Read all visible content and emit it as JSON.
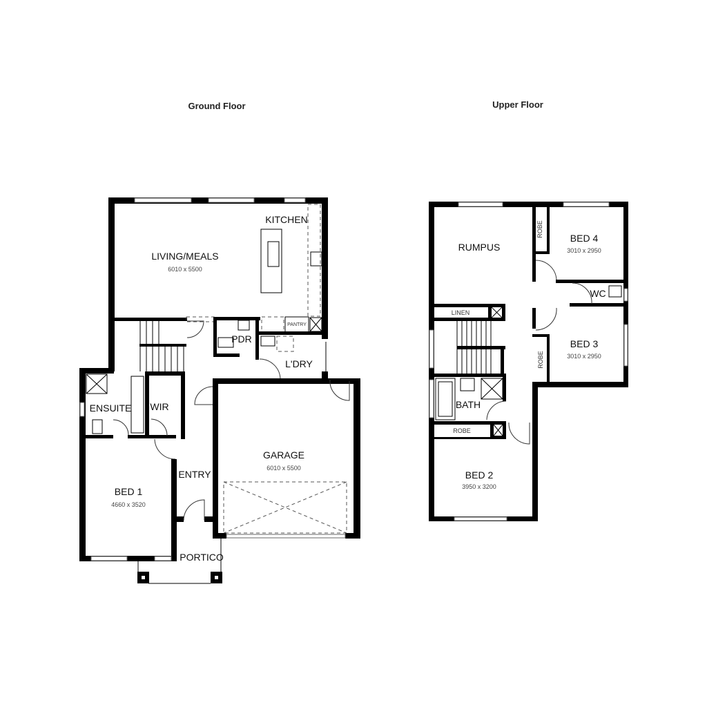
{
  "titles": {
    "ground": "Ground Floor",
    "upper": "Upper Floor"
  },
  "ground": {
    "living": {
      "name": "LIVING/MEALS",
      "dims": "6010 x 5500"
    },
    "kitchen": {
      "name": "KITCHEN"
    },
    "pantry": {
      "name": "PANTRY"
    },
    "pdr": {
      "name": "PDR"
    },
    "laundry": {
      "name": "L'DRY"
    },
    "ensuite": {
      "name": "ENSUITE"
    },
    "wir": {
      "name": "WIR"
    },
    "garage": {
      "name": "GARAGE",
      "dims": "6010 x 5500"
    },
    "entry": {
      "name": "ENTRY"
    },
    "bed1": {
      "name": "BED 1",
      "dims": "4660 x 3520"
    },
    "portico": {
      "name": "PORTICO"
    }
  },
  "upper": {
    "rumpus": {
      "name": "RUMPUS"
    },
    "robe_bed4": {
      "name": "ROBE"
    },
    "bed4": {
      "name": "BED 4",
      "dims": "3010 x 2950"
    },
    "wc": {
      "name": "WC"
    },
    "linen": {
      "name": "LINEN"
    },
    "robe_bed3": {
      "name": "ROBE"
    },
    "bed3": {
      "name": "BED 3",
      "dims": "3010 x 2950"
    },
    "bath": {
      "name": "BATH"
    },
    "robe_bed2": {
      "name": "ROBE"
    },
    "bed2": {
      "name": "BED 2",
      "dims": "3950 x 3200"
    }
  }
}
